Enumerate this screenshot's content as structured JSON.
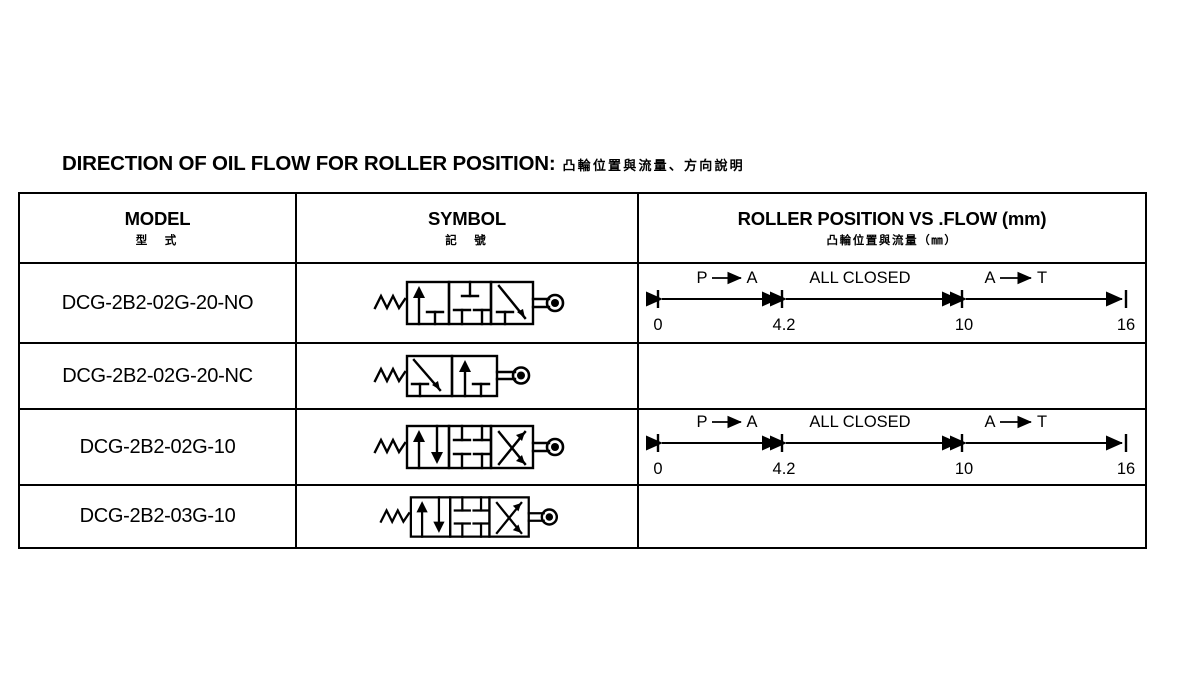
{
  "title": {
    "en": "DIRECTION OF OIL FLOW FOR ROLLER POSITION:",
    "zh": "凸輪位置與流量、方向說明"
  },
  "table": {
    "headers": [
      {
        "en": "MODEL",
        "zh": "型　式"
      },
      {
        "en": "SYMBOL",
        "zh": "記　號"
      },
      {
        "en": "ROLLER POSITION VS .FLOW (mm)",
        "zh": "凸輪位置與流量（㎜）"
      }
    ],
    "rows": [
      {
        "model": "DCG-2B2-02G-20-NO",
        "symbol": "valve-3pos-arrow-closed-diagonal-spring-roller",
        "has_flow": true
      },
      {
        "model": "DCG-2B2-02G-20-NC",
        "symbol": "valve-2pos-diagonal-arrow-spring-roller",
        "has_flow": false
      },
      {
        "model": "DCG-2B2-02G-10",
        "symbol": "valve-3pos-updown-closed-cross-spring-roller",
        "has_flow": true
      },
      {
        "model": "DCG-2B2-03G-10",
        "symbol": "valve-3pos-updown-closed-cross-spring-roller",
        "has_flow": false
      }
    ]
  },
  "flow_scale": {
    "ticks": [
      {
        "value": 0,
        "label": "0"
      },
      {
        "value": 4.2,
        "label": "4.2"
      },
      {
        "value": 10,
        "label": "10"
      },
      {
        "value": 16,
        "label": "16"
      }
    ],
    "segments": [
      {
        "label": "P ⟶ A",
        "from": 0,
        "to": 4.2,
        "text_left": "P",
        "text_right": "A"
      },
      {
        "label": "ALL CLOSED",
        "from": 4.2,
        "to": 10,
        "text_left": "ALL CLOSED",
        "text_right": ""
      },
      {
        "label": "A ⟶ T",
        "from": 10,
        "to": 16,
        "text_left": "A",
        "text_right": "T"
      }
    ],
    "min": 0,
    "max": 16,
    "unit": "mm"
  },
  "chart_data": {
    "type": "table",
    "title": "DIRECTION OF OIL FLOW FOR ROLLER POSITION",
    "categories": [
      "0",
      "4.2",
      "10",
      "16"
    ],
    "values": [
      0,
      4.2,
      10,
      16
    ],
    "series": [
      {
        "name": "DCG-2B2-02G-20-NO",
        "ranges": [
          {
            "from": 0,
            "to": 4.2,
            "state": "P → A"
          },
          {
            "from": 4.2,
            "to": 10,
            "state": "ALL CLOSED"
          },
          {
            "from": 10,
            "to": 16,
            "state": "A → T"
          }
        ]
      },
      {
        "name": "DCG-2B2-02G-10",
        "ranges": [
          {
            "from": 0,
            "to": 4.2,
            "state": "P → A"
          },
          {
            "from": 4.2,
            "to": 10,
            "state": "ALL CLOSED"
          },
          {
            "from": 10,
            "to": 16,
            "state": "A → T"
          }
        ]
      }
    ],
    "xlabel": "Roller position (mm)",
    "ylabel": "",
    "xlim": [
      0,
      16
    ],
    "grid": false,
    "legend": "none"
  },
  "colors": {
    "line": "#000000",
    "background": "#ffffff"
  }
}
